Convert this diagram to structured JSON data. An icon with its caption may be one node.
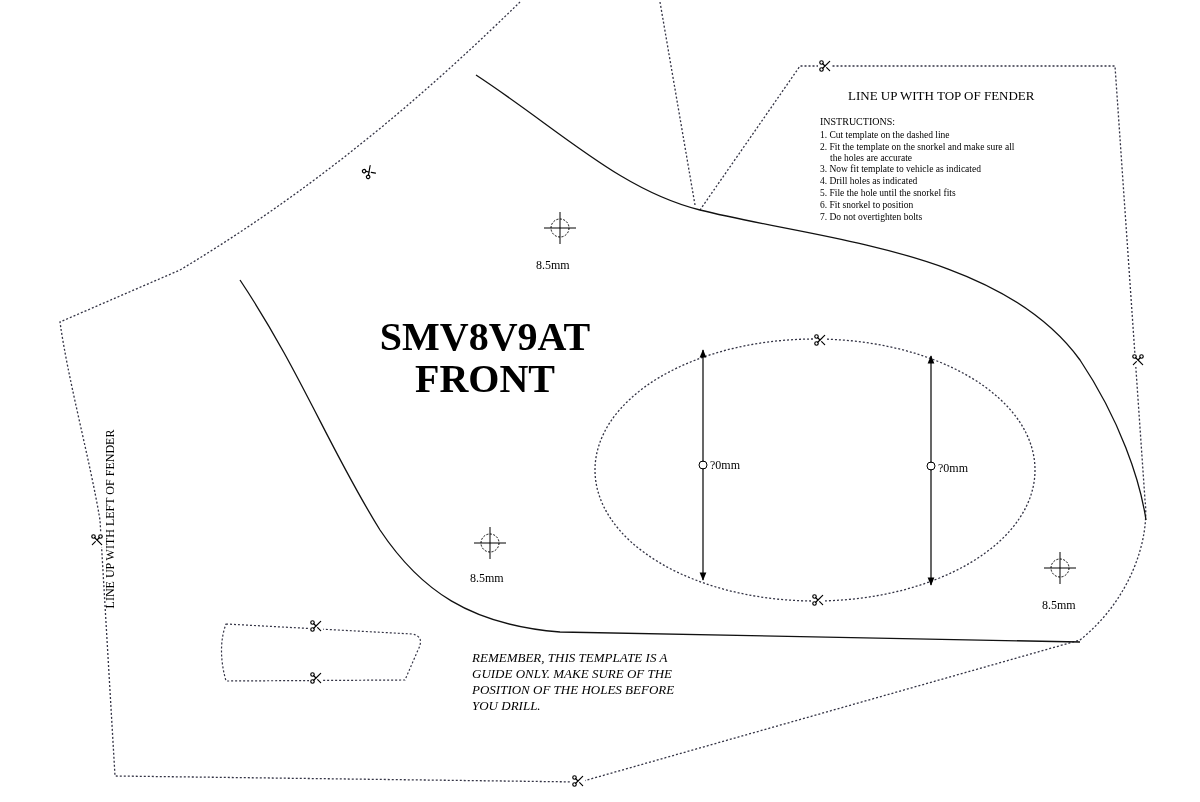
{
  "diagram": {
    "title": "SMV8V9AT FRONT",
    "labels": [
      "LINE UP WITH TOP OF FENDER",
      "INSTRUCTIONS:",
      "1. Cut template on the dashed line",
      "2. Fit the template on the snorkel and make sure all the holes are accurate",
      "3. Now fit template to vehicle as indicated",
      "4. Drill holes as indicated",
      "5. File the hole until the snorkel fits",
      "6. Fit snorkel to position",
      "7. Do not overtighten bolts",
      "8.5mm",
      "?0mm",
      "?0mm",
      "LINE UP WITH LEFT OF FENDER",
      "8.5mm",
      "8.5mm",
      "REMEMBER, THIS TEMPLATE IS A GUIDE ONLY. MAKE SURE OF THE POSITION OF THE HOLES BEFORE YOU DRILL."
    ]
  }
}
